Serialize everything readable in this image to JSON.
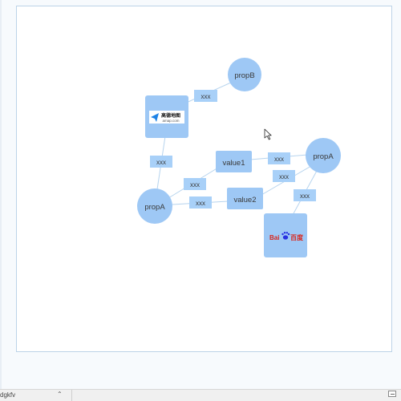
{
  "graph": {
    "prop_b_node": "propB",
    "prop_a_right_node": "propA",
    "prop_a_left_node": "propA",
    "value1_node": "value1",
    "value2_node": "value2",
    "amap_logo": {
      "name_cn": "高德地图",
      "url": "amap.com"
    },
    "baidu_logo": {
      "text_left": "Bai",
      "text_right": "百度"
    },
    "edge_labels": {
      "amap_propb": "xxx",
      "amap_propa": "xxx",
      "propa_value1": "xxx",
      "propa_value2": "xxx",
      "value1_propa": "xxx",
      "value2_propa": "xxx",
      "propa_baidu": "xxx"
    }
  },
  "statusbar": {
    "filename": "dgkfv"
  },
  "colors": {
    "node_fill": "#9ec8f5",
    "label_fill": "#a8d0f8",
    "edge": "#b7d4ee",
    "baidu_red": "#d9261c",
    "baidu_blue": "#2932e1",
    "amap_blue": "#1e83e6"
  }
}
